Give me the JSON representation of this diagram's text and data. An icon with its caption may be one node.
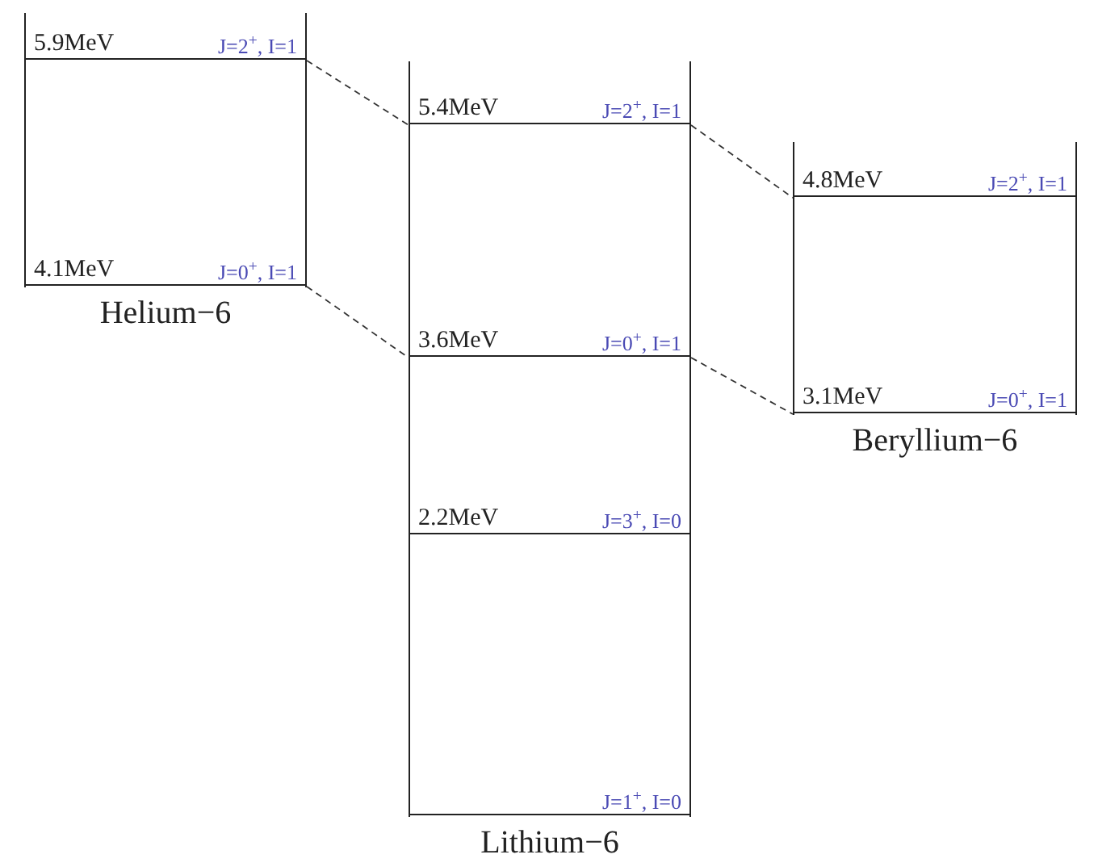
{
  "diagram": {
    "nodes": [
      {
        "text": [
          "Helium−6"
        ]
      },
      {
        "text": [
          "5.9MeV",
          "J=2$^{+}$, I=1"
        ],
        "in": 0
      },
      {
        "text": [
          "4.1MeV",
          "J=0$^{+}$, I=1"
        ],
        "in": 0
      },
      {
        "text": [
          "Lithium−6"
        ]
      },
      {
        "text": [
          "5.4MeV",
          "J=2$^{+}$, I=1"
        ],
        "in": 3
      },
      {
        "text": [
          "3.6MeV",
          "J=0$^{+}$, I=1"
        ],
        "in": 3
      },
      {
        "text": [
          "2.2MeV",
          "J=3$^{+}$, I=0"
        ],
        "in": 3
      },
      {
        "text": [
          "J=1$^{+}$, I=0"
        ],
        "in": 3
      },
      {
        "text": [
          "Beryllium−6"
        ]
      },
      {
        "text": [
          "4.8MeV",
          "J=2$^{+}$, I=1"
        ],
        "in": 8
      },
      {
        "text": [
          "3.1MeV",
          "J=0$^{+}$, I=1"
        ],
        "in": 8
      }
    ],
    "edges": [
      {
        "from": 1,
        "to": 4,
        "arrow": "none",
        "style": "dashed"
      },
      {
        "from": 2,
        "to": 5,
        "arrow": "none",
        "style": "dashed"
      },
      {
        "from": 4,
        "to": 9,
        "arrow": "none",
        "style": "dashed"
      },
      {
        "from": 5,
        "to": 10,
        "arrow": "none",
        "style": "dashed"
      }
    ]
  }
}
